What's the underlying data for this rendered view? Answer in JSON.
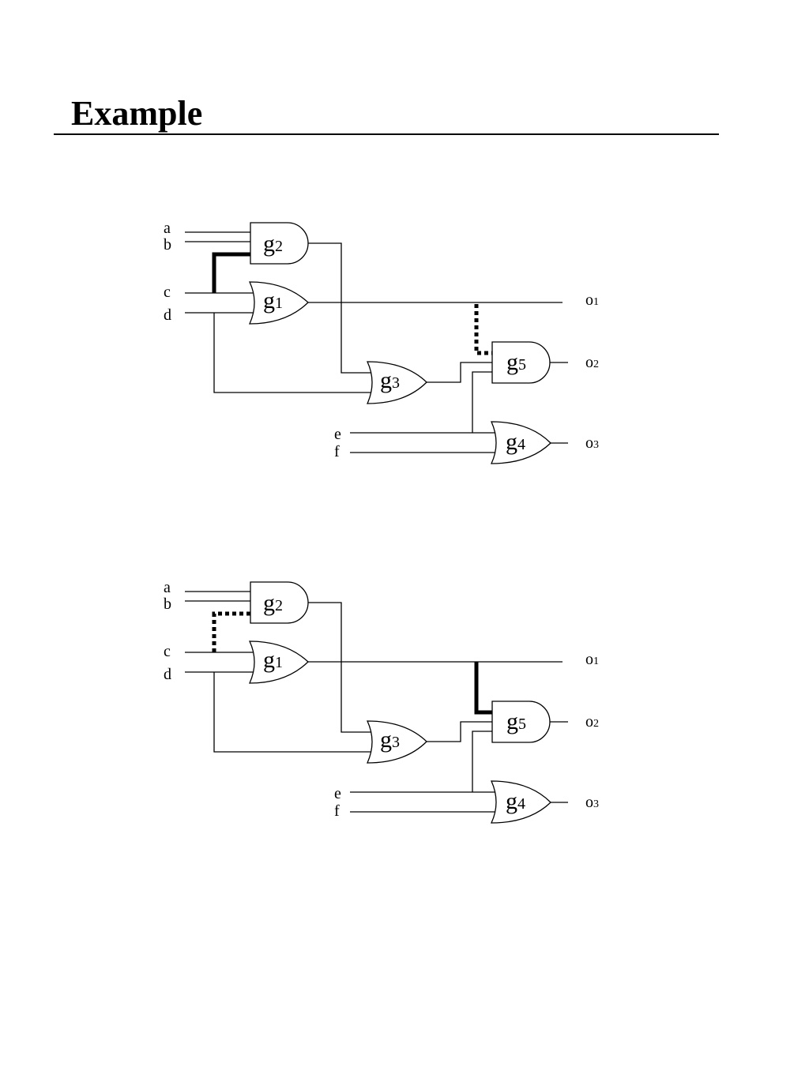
{
  "header": {
    "title": "Example"
  },
  "inputs": [
    "a",
    "b",
    "c",
    "d",
    "e",
    "f"
  ],
  "outputs": [
    {
      "base": "o",
      "sub": "1"
    },
    {
      "base": "o",
      "sub": "2"
    },
    {
      "base": "o",
      "sub": "3"
    }
  ],
  "gates": [
    {
      "id": "g1",
      "base": "g",
      "sub": "1",
      "type": "OR"
    },
    {
      "id": "g2",
      "base": "g",
      "sub": "2",
      "type": "AND"
    },
    {
      "id": "g3",
      "base": "g",
      "sub": "3",
      "type": "OR"
    },
    {
      "id": "g4",
      "base": "g",
      "sub": "4",
      "type": "OR"
    },
    {
      "id": "g5",
      "base": "g",
      "sub": "5",
      "type": "AND"
    }
  ],
  "diagrams": [
    {
      "thick_path": "g2-input-from-c",
      "dotted_path": "g5-input-from-g1"
    },
    {
      "thick_path": "g5-input-from-g1",
      "dotted_path": "g2-input-from-c"
    }
  ]
}
